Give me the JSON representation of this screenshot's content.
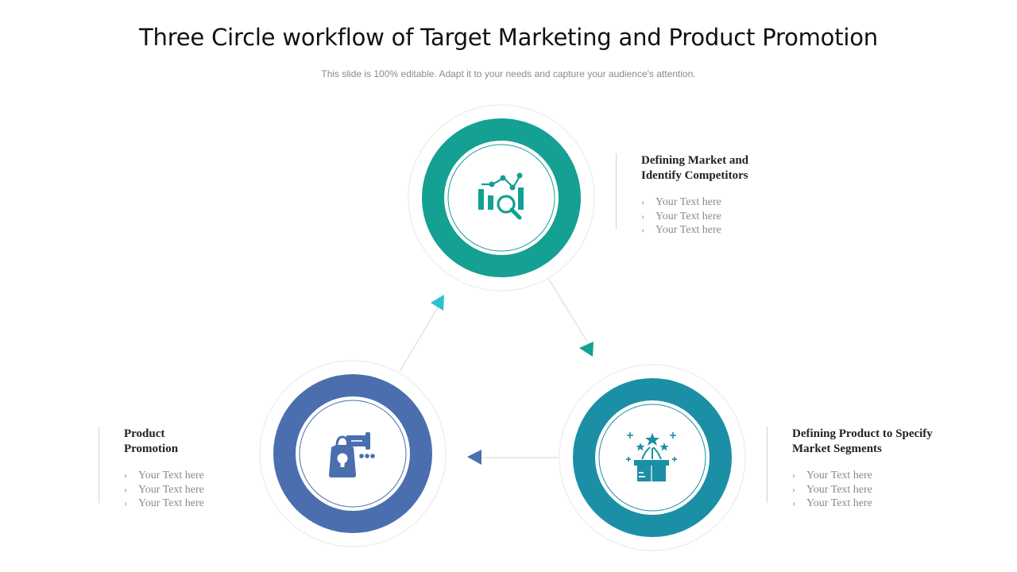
{
  "title": "Three Circle workflow of Target Marketing and Product Promotion",
  "subtitle": "This slide is 100% editable. Adapt it to your needs and capture your audience's attention.",
  "colors": {
    "teal_green": "#14A092",
    "teal_blue": "#1A8FA5",
    "blue": "#4A6EAE",
    "arrow_light": "#27C1D1",
    "halo": "#F2F2F2",
    "connector": "#E3E3E3"
  },
  "nodes": [
    {
      "id": "top",
      "icon": "analytics-chart-magnifier-icon",
      "heading_lines": [
        "Defining Market and",
        "Identify Competitors"
      ],
      "bullets": [
        "Your Text here",
        "Your Text here",
        "Your Text here"
      ]
    },
    {
      "id": "right",
      "icon": "gift-box-stars-icon",
      "heading_lines": [
        "Defining Product to Specify",
        "Market Segments"
      ],
      "bullets": [
        "Your Text here",
        "Your Text here",
        "Your Text here"
      ]
    },
    {
      "id": "left",
      "icon": "promotion-bag-megaphone-icon",
      "heading_lines": [
        "Product",
        "Promotion"
      ],
      "bullets": [
        "Your Text here",
        "Your Text here",
        "Your Text here"
      ]
    }
  ],
  "bullet_glyph": "›"
}
